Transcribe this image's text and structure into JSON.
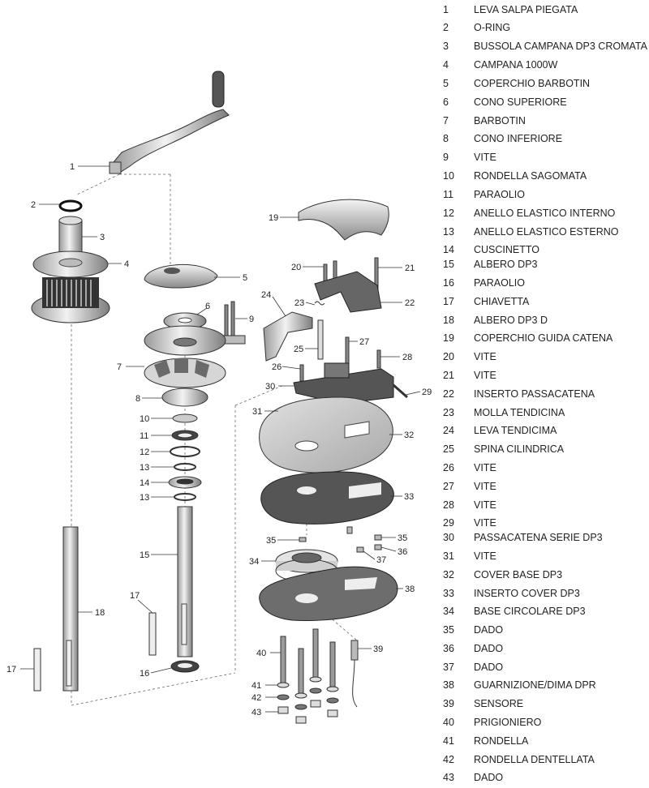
{
  "diagram": {
    "callouts": [
      "1",
      "2",
      "3",
      "4",
      "5",
      "6",
      "7",
      "8",
      "9",
      "10",
      "11",
      "12",
      "13",
      "13",
      "14",
      "15",
      "16",
      "17",
      "17",
      "18",
      "19",
      "20",
      "21",
      "22",
      "23",
      "24",
      "25",
      "26",
      "27",
      "28",
      "29",
      "30",
      "31",
      "32",
      "33",
      "34",
      "35",
      "35",
      "36",
      "37",
      "38",
      "39",
      "40",
      "41",
      "42",
      "43"
    ]
  },
  "parts": [
    {
      "num": "1",
      "name": "LEVA SALPA PIEGATA"
    },
    {
      "num": "2",
      "name": "O-RING"
    },
    {
      "num": "3",
      "name": "BUSSOLA CAMPANA DP3 CROMATA"
    },
    {
      "num": "4",
      "name": "CAMPANA 1000W"
    },
    {
      "num": "5",
      "name": "COPERCHIO BARBOTIN"
    },
    {
      "num": "6",
      "name": "CONO SUPERIORE"
    },
    {
      "num": "7",
      "name": "BARBOTIN"
    },
    {
      "num": "8",
      "name": "CONO INFERIORE"
    },
    {
      "num": "9",
      "name": "VITE"
    },
    {
      "num": "10",
      "name": "RONDELLA SAGOMATA"
    },
    {
      "num": "11",
      "name": "PARAOLIO"
    },
    {
      "num": "12",
      "name": "ANELLO ELASTICO INTERNO"
    },
    {
      "num": "13",
      "name": "ANELLO ELASTICO ESTERNO"
    },
    {
      "num": "14",
      "name": "CUSCINETTO"
    },
    {
      "num": "15",
      "name": "ALBERO DP3"
    },
    {
      "num": "16",
      "name": "PARAOLIO"
    },
    {
      "num": "17",
      "name": "CHIAVETTA"
    },
    {
      "num": "18",
      "name": "ALBERO DP3 D"
    },
    {
      "num": "19",
      "name": "COPERCHIO GUIDA CATENA"
    },
    {
      "num": "20",
      "name": "VITE"
    },
    {
      "num": "21",
      "name": "VITE"
    },
    {
      "num": "22",
      "name": "INSERTO PASSACATENA"
    },
    {
      "num": "23",
      "name": "MOLLA TENDICINA"
    },
    {
      "num": "24",
      "name": "LEVA TENDICIMA"
    },
    {
      "num": "25",
      "name": "SPINA CILINDRICA"
    },
    {
      "num": "26",
      "name": "VITE"
    },
    {
      "num": "27",
      "name": "VITE"
    },
    {
      "num": "28",
      "name": "VITE"
    },
    {
      "num": "29",
      "name": "VITE"
    },
    {
      "num": "30",
      "name": "PASSACATENA SERIE DP3"
    },
    {
      "num": "31",
      "name": "VITE"
    },
    {
      "num": "32",
      "name": "COVER BASE DP3"
    },
    {
      "num": "33",
      "name": "INSERTO COVER DP3"
    },
    {
      "num": "34",
      "name": "BASE CIRCOLARE DP3"
    },
    {
      "num": "35",
      "name": "DADO"
    },
    {
      "num": "36",
      "name": "DADO"
    },
    {
      "num": "37",
      "name": "DADO"
    },
    {
      "num": "38",
      "name": "GUARNIZIONE/DIMA DPR"
    },
    {
      "num": "39",
      "name": "SENSORE"
    },
    {
      "num": "40",
      "name": "PRIGIONIERO"
    },
    {
      "num": "41",
      "name": "RONDELLA"
    },
    {
      "num": "42",
      "name": "RONDELLA DENTELLATA"
    },
    {
      "num": "43",
      "name": "DADO"
    }
  ]
}
